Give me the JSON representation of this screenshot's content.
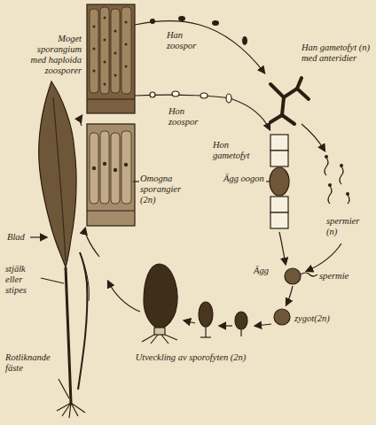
{
  "diagram": {
    "labels": [
      "Moget sporangium med haploida zoosporer",
      "Han zoospor",
      "Han gametofyt (n) med anteridier",
      "Hon zoospor",
      "Hon gametofyt",
      "Ägg oogon",
      "Omogna sporangier (2n)",
      "spermier (n)",
      "Ägg",
      "spermie",
      "zygot(2n)",
      "Blad",
      "stjälk eller stipes",
      "Rotliknande fäste",
      "Utveckling av sporofyten (2n)"
    ]
  }
}
